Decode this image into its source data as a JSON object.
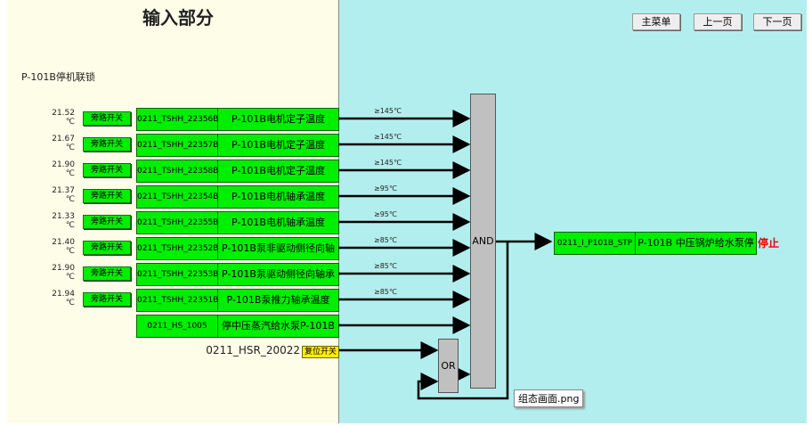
{
  "title": "输入部分",
  "subtitle": "P-101B停机联锁",
  "nav": {
    "main_menu": "主菜单",
    "prev": "上一页",
    "next": "下一页"
  },
  "rows": [
    {
      "temp": "21.52",
      "unit": "℃",
      "bypass": "旁路开关",
      "id": "0211_TSHH_22356B",
      "desc": "P-101B电机定子温度",
      "threshold": "≥145℃"
    },
    {
      "temp": "21.67",
      "unit": "℃",
      "bypass": "旁路开关",
      "id": "0211_TSHH_22357B",
      "desc": "P-101B电机定子温度",
      "threshold": "≥145℃"
    },
    {
      "temp": "21.90",
      "unit": "℃",
      "bypass": "旁路开关",
      "id": "0211_TSHH_22358B",
      "desc": "P-101B电机定子温度",
      "threshold": "≥145℃"
    },
    {
      "temp": "21.37",
      "unit": "℃",
      "bypass": "旁路开关",
      "id": "0211_TSHH_22354B",
      "desc": "P-101B电机轴承温度",
      "threshold": "≥95℃"
    },
    {
      "temp": "21.33",
      "unit": "℃",
      "bypass": "旁路开关",
      "id": "0211_TSHH_22355B",
      "desc": "P-101B电机轴承温度",
      "threshold": "≥95℃"
    },
    {
      "temp": "21.40",
      "unit": "℃",
      "bypass": "旁路开关",
      "id": "0211_TSHH_22352B",
      "desc": "P-101B泵非驱动侧径向轴",
      "threshold": "≥85℃"
    },
    {
      "temp": "21.90",
      "unit": "℃",
      "bypass": "旁路开关",
      "id": "0211_TSHH_22353B",
      "desc": "P-101B泵驱动侧径向轴承",
      "threshold": "≥85℃"
    },
    {
      "temp": "21.94",
      "unit": "℃",
      "bypass": "旁路开关",
      "id": "0211_TSHH_22351B",
      "desc": "P-101B泵推力轴承温度",
      "threshold": "≥85℃"
    },
    {
      "id": "0211_HS_1005",
      "desc": "停中压蒸汽给水泵P-101B"
    }
  ],
  "reset": {
    "tag": "0211_HSR_20022",
    "label": "复位开关"
  },
  "gates": {
    "and": "AND",
    "or": "OR"
  },
  "output": {
    "id": "0211_I_P101B_STP",
    "desc": "P-101B 中压锅炉给水泵停",
    "status": "停止"
  },
  "tooltip": "组态画面.png"
}
